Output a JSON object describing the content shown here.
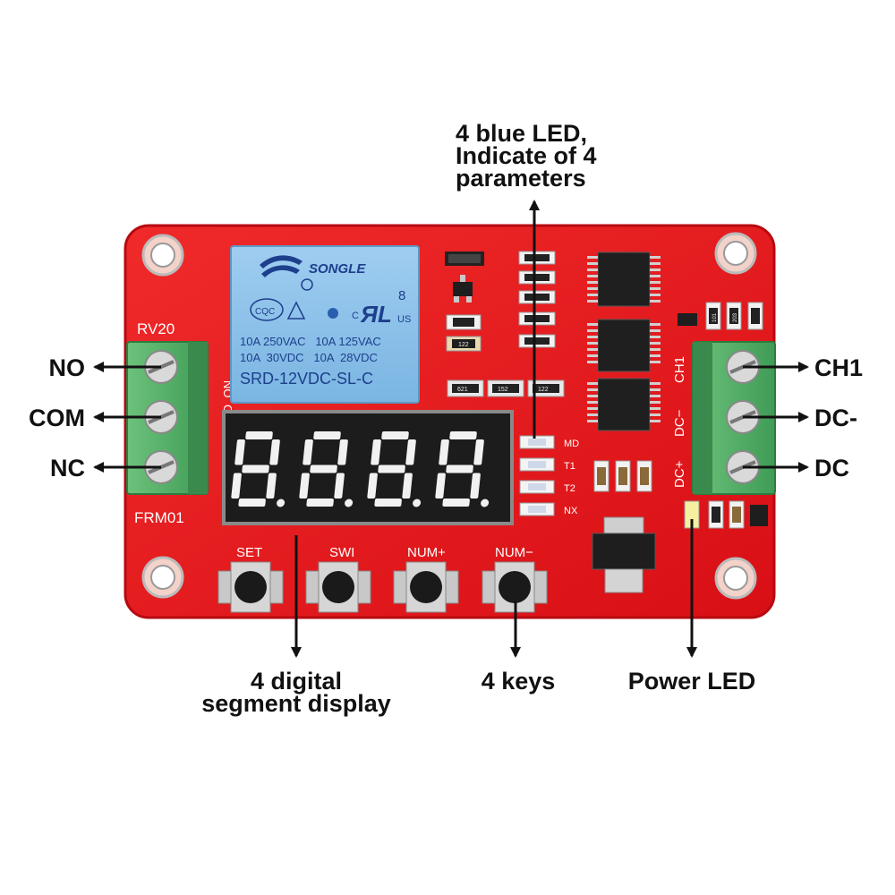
{
  "callouts": {
    "top_line1": "4 blue LED,",
    "top_line2": "Indicate of 4",
    "top_line3": "parameters",
    "display_line1": "4 digital",
    "display_line2": "segment display",
    "keys": "4 keys",
    "power_led": "Power LED",
    "left_terminals": [
      "NO",
      "COM",
      "NC"
    ],
    "right_terminals": [
      "CH1",
      "DC-",
      "DC"
    ]
  },
  "board": {
    "model_top": "RV20",
    "model_bottom": "FRM01",
    "left_pins": [
      "NO",
      "COM",
      "NC"
    ],
    "right_pins": [
      "CH1",
      "DC−",
      "DC+"
    ],
    "buttons": [
      "SET",
      "SWI",
      "NUM+",
      "NUM−"
    ],
    "led_labels": [
      "MD",
      "T1",
      "T2",
      "NX"
    ],
    "relay": {
      "brand": "SONGLE",
      "rating1": "10A 250VAC   10A 125VAC",
      "rating2": "10A  30VDC   10A  28VDC",
      "model": "SRD-12VDC-SL-C",
      "mark": "8",
      "cert_us": "US",
      "cert_c": "C",
      "cqc": "CQC"
    },
    "smd_codes": [
      "122",
      "621",
      "152",
      "122",
      "101",
      "203"
    ]
  },
  "colors": {
    "pcb": "#e8141b",
    "pcb_edge": "#b70a10",
    "relay": "#8fc3ea",
    "terminal": "#58b66c",
    "display_bg": "#1c1c1c",
    "segment": "#f1f1f1"
  }
}
